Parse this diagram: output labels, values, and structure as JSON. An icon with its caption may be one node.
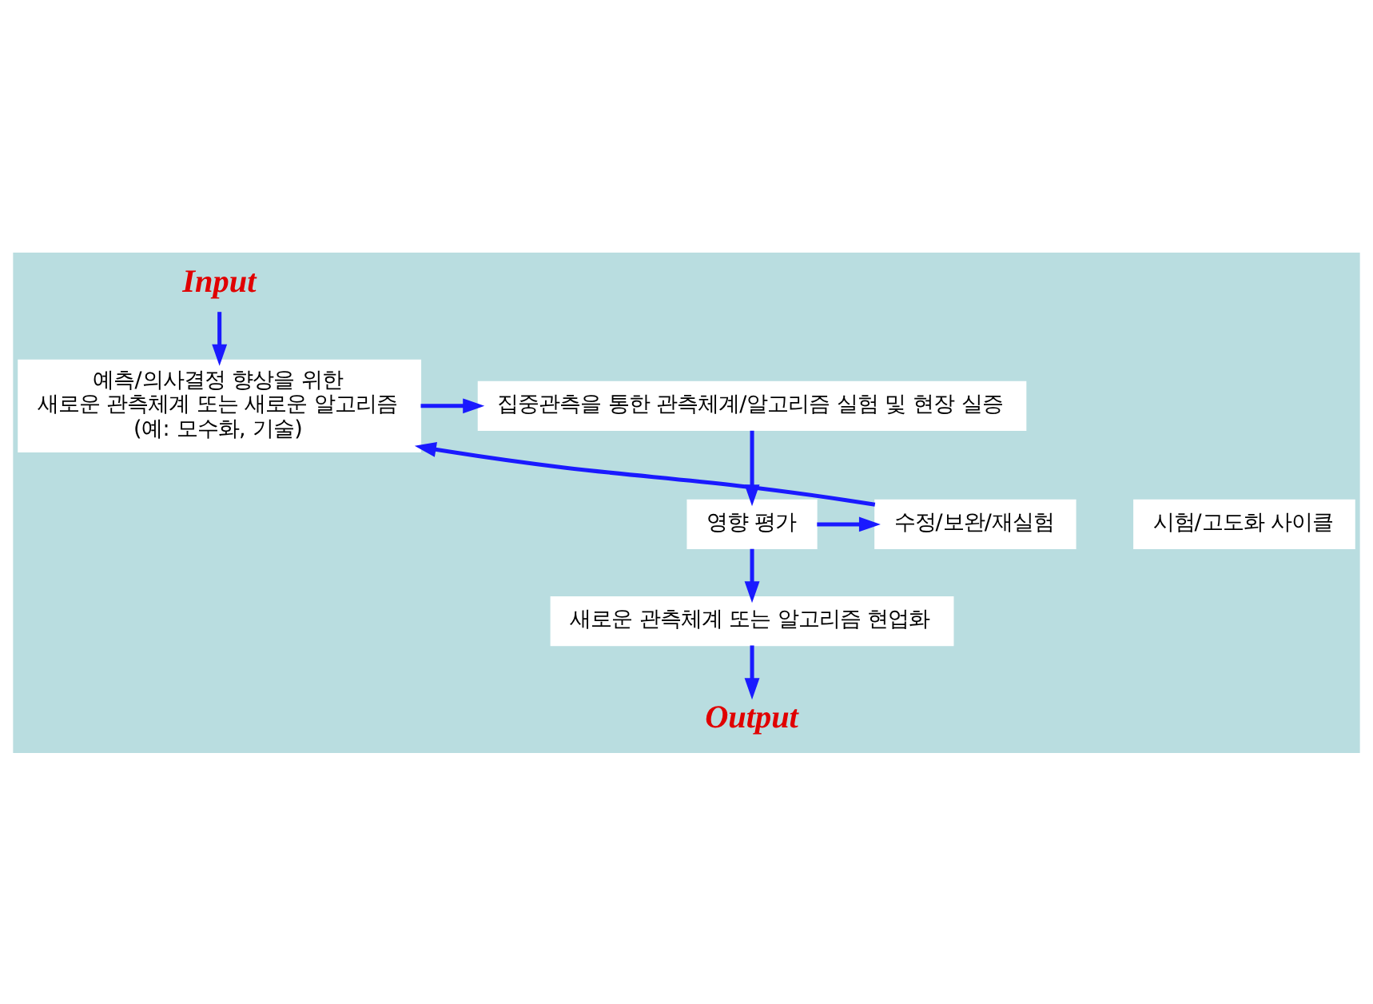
{
  "diagram": {
    "nodes": [
      {
        "text": [
          "예측/의사결정 향상을 위한",
          "새로운 관측체계 또는 새로운 알고리즘",
          "(예: 모수화, 기술)"
        ]
      },
      {
        "text": [
          "집중관측을 통한 관측체계/알고리즘 실험 및 현장 실증"
        ]
      },
      {
        "text": [
          "시험/고도화 사이클"
        ]
      },
      {
        "text": [
          "영향 평가"
        ]
      },
      {
        "text": [
          "수정/보완/재실험"
        ]
      },
      {
        "text": [
          "새로운 관측체계 또는 알고리즘 현업화"
        ]
      },
      {
        "text": [
          "Input"
        ]
      },
      {
        "text": [
          "Output"
        ]
      }
    ],
    "edges": [
      {
        "from": 6,
        "to": 0,
        "arrow": "to"
      },
      {
        "from": 0,
        "to": 1,
        "arrow": "to"
      },
      {
        "from": 1,
        "to": 3,
        "arrow": "to"
      },
      {
        "from": 3,
        "to": 4,
        "arrow": "to"
      },
      {
        "from": 4,
        "to": 0,
        "arrow": "to"
      },
      {
        "from": 3,
        "to": 5,
        "arrow": "to"
      },
      {
        "from": 5,
        "to": 7,
        "arrow": "to"
      }
    ]
  }
}
